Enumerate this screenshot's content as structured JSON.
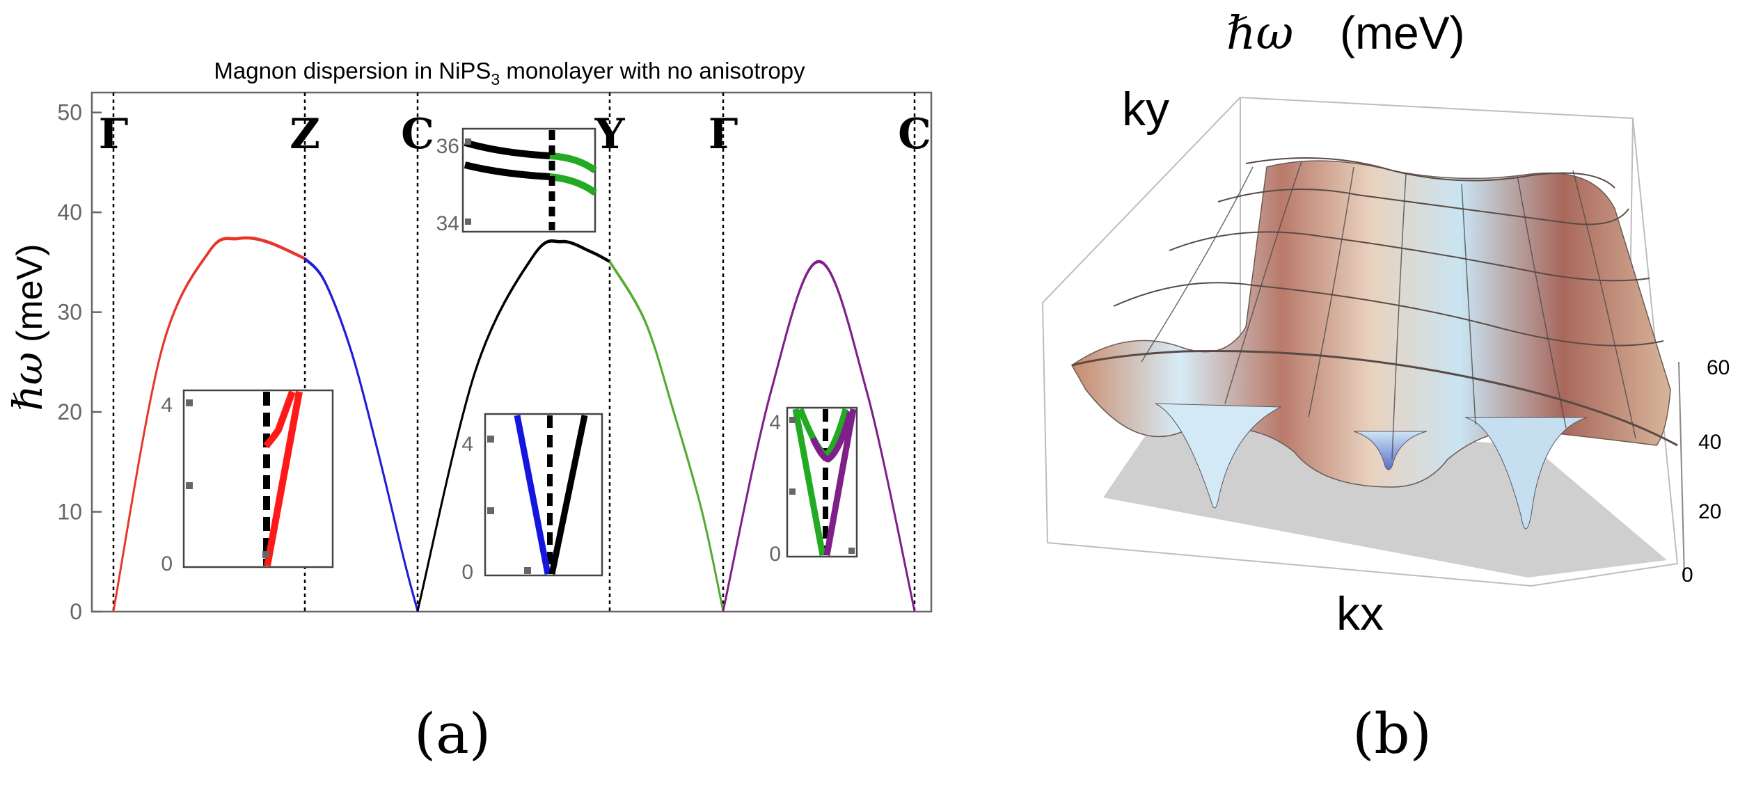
{
  "panel_a": {
    "caption": "(a)",
    "title_main": "Magnon dispersion in NiPS",
    "title_sub": "3",
    "title_rest": " monolayer with no anisotropy",
    "ylabel_symbol": "ℏω",
    "ylabel_unit": "(meV)",
    "y_ticks": [
      "0",
      "10",
      "20",
      "30",
      "40",
      "50"
    ],
    "hs_points": [
      "Γ",
      "Z",
      "C",
      "Y",
      "Γ",
      "C"
    ],
    "inset_top": {
      "y_ticks": [
        "34",
        "36"
      ]
    },
    "inset_left": {
      "y_ticks": [
        "0",
        "4"
      ]
    },
    "inset_mid": {
      "y_ticks": [
        "0",
        "4"
      ]
    },
    "inset_right": {
      "y_ticks": [
        "0",
        "4"
      ]
    }
  },
  "panel_b": {
    "caption": "(b)",
    "title_symbol": "ℏω",
    "title_unit": "(meV)",
    "xlabel": "kx",
    "ylabel": "ky",
    "z_ticks": [
      "0",
      "20",
      "40",
      "60"
    ]
  },
  "chart_data": [
    {
      "type": "line",
      "title": "Magnon dispersion in NiPS3 monolayer with no anisotropy",
      "ylabel": "ℏω (meV)",
      "ylim": [
        0,
        52
      ],
      "x_tick_labels": [
        "Γ",
        "Z",
        "C",
        "Y",
        "Γ",
        "C"
      ],
      "x_tick_positions": [
        0,
        1,
        2.7,
        3.7,
        5.3,
        6.3
      ],
      "series": [
        {
          "color": "#e8352b",
          "segment": "Γ-Z",
          "x": [
            0,
            0.25,
            0.5,
            0.65,
            0.8,
            1.0
          ],
          "values": [
            0,
            26,
            36,
            37.3,
            37,
            35.3
          ]
        },
        {
          "color": "#1f1fd6",
          "segment": "Z-C",
          "x": [
            1.0,
            1.3,
            1.7,
            2.1,
            2.5,
            2.7
          ],
          "values": [
            35.3,
            33,
            26,
            16,
            5,
            0
          ]
        },
        {
          "color": "#000000",
          "segment": "C-Y",
          "x": [
            2.7,
            3.0,
            3.3,
            3.45,
            3.6,
            3.7
          ],
          "values": [
            0,
            24,
            35.5,
            37,
            36,
            35
          ]
        },
        {
          "color": "#55aa33",
          "segment": "Y-Γ",
          "x": [
            3.7,
            4.2,
            4.6,
            5.0,
            5.3
          ],
          "values": [
            35,
            29,
            20,
            10,
            0
          ]
        },
        {
          "color": "#7f1f8a",
          "segment": "Γ-C",
          "x": [
            5.3,
            5.55,
            5.8,
            6.05,
            6.3
          ],
          "values": [
            0,
            22,
            35,
            22,
            0
          ]
        }
      ]
    },
    {
      "type": "surface",
      "title": "ℏω (meV)",
      "xlabel": "kx",
      "ylabel": "ky",
      "zlim": [
        0,
        60
      ]
    }
  ]
}
